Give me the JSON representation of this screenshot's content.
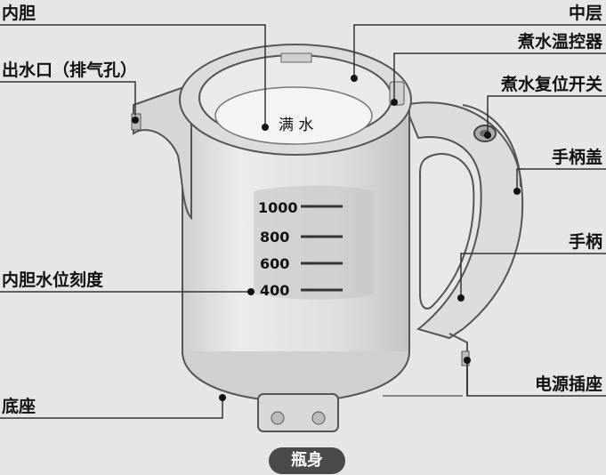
{
  "labels": {
    "inner_liner": "内胆",
    "spout": "出水口（排气孔）",
    "inner_scale": "内胆水位刻度",
    "base": "底座",
    "middle_layer": "中层",
    "thermostat": "煮水温控器",
    "reset_switch": "煮水复位开关",
    "handle_cover": "手柄盖",
    "handle": "手柄",
    "power_socket": "电源插座"
  },
  "inside_text": "满 水",
  "scale_marks": [
    "1000",
    "800",
    "600",
    "400"
  ],
  "footer_label": "瓶身",
  "colors": {
    "background": "#e6e6e6",
    "body": "#d8d8d8",
    "outline": "#555555",
    "dot": "#111111"
  }
}
